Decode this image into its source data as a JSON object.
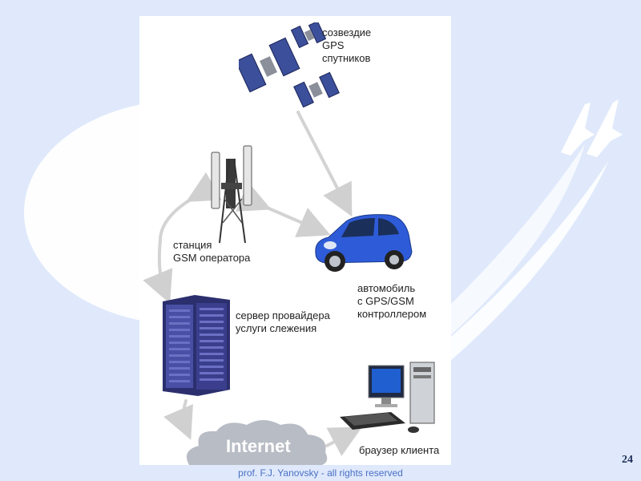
{
  "nodes": {
    "satellites": "созвездие\nGPS\nспутников",
    "gsm_station": "станция\nGSM оператора",
    "car": "автомобиль\nс GPS/GSM\nконтроллером",
    "server": "сервер провайдера\nуслуги слежения",
    "internet": "Internet",
    "client": "браузер клиента"
  },
  "footer": {
    "page_number": "24",
    "copyright": "prof. F.J. Yanovsky - all rights reserved"
  },
  "colors": {
    "background": "#dfe9fb",
    "car": "#2e5bd8",
    "server": "#3c3f8f",
    "arrows": "#d3d3d3",
    "cloud": "#b8bcc4"
  }
}
